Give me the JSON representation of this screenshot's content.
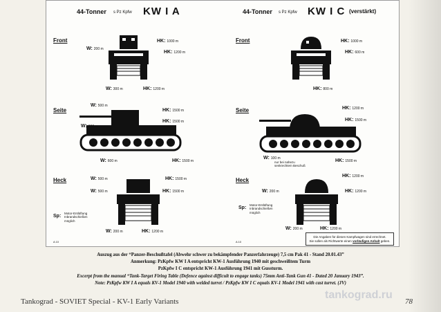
{
  "left": {
    "title_prefix": "44-Tonner",
    "title_small": "s Pz Kpfw",
    "title_main": "KW I A",
    "front": {
      "section": "Front",
      "w_top": "W:",
      "w_top_val": "200 m",
      "hk_top": "HK:",
      "hk_top_val": "1000 m",
      "hk_mid": "HK:",
      "hk_mid_val": "1200 m",
      "w_bot": "W:",
      "w_bot_val": "300 m",
      "hk_bot": "HK:",
      "hk_bot_val": "1200 m"
    },
    "side": {
      "section": "Seite",
      "w_top": "W:",
      "w_top_val": "500 m",
      "w_mid": "W:",
      "w_mid_val": "600 m",
      "hk_top": "HK:",
      "hk_top_val": "1500 m",
      "hk_mid": "HK:",
      "hk_mid_val": "1500 m",
      "w_bot": "W:",
      "w_bot_val": "600 m",
      "hk_bot": "HK:",
      "hk_bot_val": "1500 m"
    },
    "rear": {
      "section": "Heck",
      "w_top": "W:",
      "w_top_val": "500 m",
      "w_mid": "W:",
      "w_mid_val": "500 m",
      "hk_top": "HK:",
      "hk_top_val": "1500 m",
      "hk_mid": "HK:",
      "hk_mid_val": "1500 m",
      "sp": "Sp:",
      "sp_note": "Motor-Entlüftung Inbrandschießen möglich",
      "w_bot": "W:",
      "w_bot_val": "200 m",
      "hk_bot": "HK:",
      "hk_bot_val": "1200 m"
    },
    "ref": "A 10"
  },
  "right": {
    "title_prefix": "44-Tonner",
    "title_small": "s Pz Kpfw",
    "title_main": "KW I C",
    "title_suffix": "(verstärkt)",
    "front": {
      "section": "Front",
      "hk_top": "HK:",
      "hk_top_val": "1000 m",
      "hk_mid": "HK:",
      "hk_mid_val": "600 m",
      "hk_bot": "HK:",
      "hk_bot_val": "800 m"
    },
    "side": {
      "section": "Seite",
      "hk_top": "HK:",
      "hk_top_val": "1200 m",
      "hk_mid": "HK:",
      "hk_mid_val": "1500 m",
      "w_bot": "W:",
      "w_bot_val": "100 m",
      "w_bot_note": "nur bei nahezu senkrechtem Beschuß",
      "hk_bot": "HK:",
      "hk_bot_val": "1500 m"
    },
    "rear": {
      "section": "Heck",
      "w_mid": "W:",
      "w_mid_val": "200 m",
      "hk_top": "HK:",
      "hk_top_val": "1200 m",
      "hk_mid": "HK:",
      "hk_mid_val": "1200 m",
      "sp": "Sp:",
      "sp_note": "Motor-Entlüftung Inbrandschießen möglich",
      "w_bot": "W:",
      "w_bot_val": "200 m",
      "hk_bot": "HK:",
      "hk_bot_val": "1200 m"
    },
    "ref": "A 10",
    "notebox_line1": "Die Angaben für diesen Kampfwagen sind errechnet.",
    "notebox_line2_a": "Sie sollen als Richtwerte einen",
    "notebox_line2_b": "vorläufigen Anhalt",
    "notebox_line2_c": "geben."
  },
  "caption": {
    "line1": "Auszug aus der “Panzer-Beschußtafel (Abwehr schwer zu bekämpfender Panzerfahrzeuge) 7,5 cm Pak 41 - Stand 20.01.43”",
    "line2": "Anmerkung: PzKpfw KW I A entspricht KW-1 Ausführung 1940 mit geschweißtem Turm",
    "line3": "PzKpfw I C entspricht KW-1 Ausführung 1941 mit Gussturm.",
    "line4": "Excerpt from the manual “Tank-Target Firing Table (Defence against difficult to engage tanks) 75mm Anti-Tank Gun 41 - Dated 20 January 1943”.",
    "line5": "Note: PzKpfw KW I A equals KV-1 Model 1940 with welded turret / PzKpfw KW I C equals KV-1 Model 1941 with cast turret. (JV)"
  },
  "footer": {
    "left": "Tankograd - SOVIET  Special - KV-1 Early Variants",
    "right": "78",
    "watermark": "tankograd.ru"
  }
}
